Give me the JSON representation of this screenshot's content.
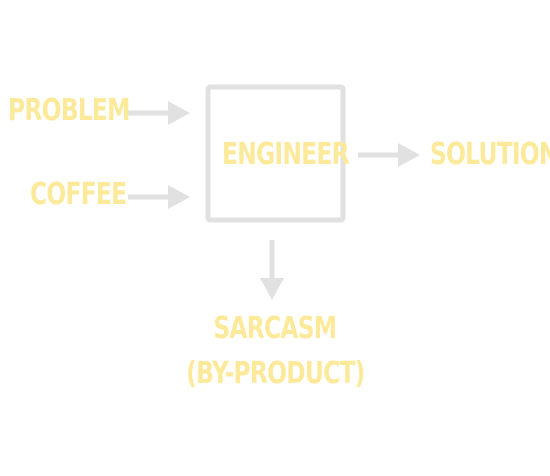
{
  "diagram": {
    "inputs": {
      "problem": "PROBLEM",
      "coffee": "COFFEE"
    },
    "process": "ENGINEER",
    "output": "SOLUTION",
    "byproduct": {
      "line1": "SARCASM",
      "line2": "(BY-PRODUCT)"
    },
    "colors": {
      "text": "#fde99a",
      "stroke": "#e1e1e1"
    }
  }
}
